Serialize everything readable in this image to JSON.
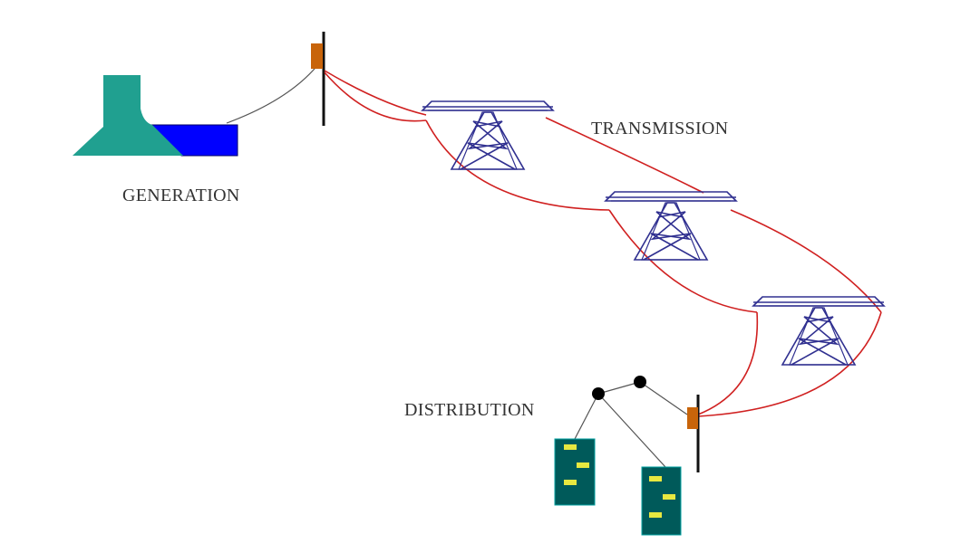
{
  "labels": {
    "generation": "GENERATION",
    "transmission": "TRANSMISSION",
    "distribution": "DISTRIBUTION"
  },
  "icons": {
    "dam": "dam-icon",
    "reservoir": "reservoir-icon",
    "tower": "transmission-tower-icon",
    "substation": "substation-icon",
    "building": "building-icon",
    "pole": "utility-pole-icon"
  },
  "colors": {
    "dam": "#20a090",
    "water": "#0000ff",
    "transmission_line": "#d02020",
    "tower": "#303090",
    "substation": "#c8640a",
    "building": "#005a5a",
    "window": "#e8e840",
    "wire": "#555555",
    "node": "#000000"
  }
}
